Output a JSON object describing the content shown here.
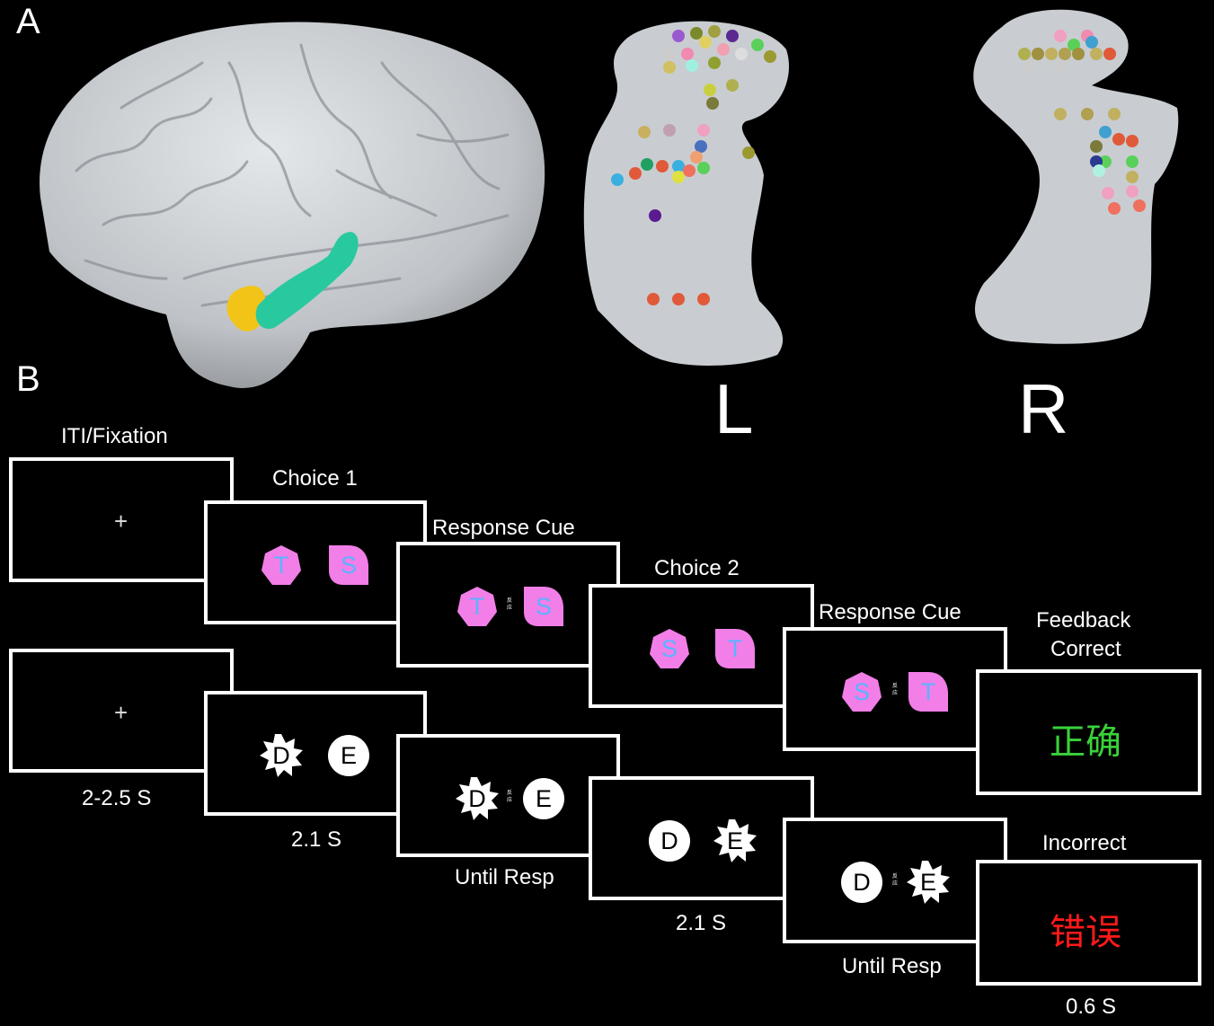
{
  "panels": {
    "a": "A",
    "b": "B"
  },
  "hemispheres": {
    "left": "L",
    "right": "R"
  },
  "labels": {
    "iti": "ITI/Fixation",
    "choice1": "Choice 1",
    "response_cue1": "Response Cue",
    "choice2": "Choice 2",
    "response_cue2": "Response Cue",
    "feedback": "Feedback",
    "correct": "Correct",
    "incorrect": "Incorrect"
  },
  "durations": {
    "iti": "2-2.5 S",
    "choice1": "2.1 S",
    "response1": "Until Resp",
    "choice2": "2.1 S",
    "response2": "Until Resp",
    "feedback": "0.6 S"
  },
  "fixation": "+",
  "cue_text": "反应",
  "letters": {
    "t": "T",
    "s": "S",
    "d": "D",
    "e": "E"
  },
  "feedback_text": {
    "correct": "正确",
    "incorrect": "错误"
  },
  "colors": {
    "pink": "#f27ee8",
    "letter_blue": "#5ab4ff",
    "correct": "#3ad13a",
    "incorrect": "#ff1a1a",
    "brain": "#c9cdd1",
    "region_yellow": "#f2c418",
    "region_teal": "#29c9a0"
  }
}
